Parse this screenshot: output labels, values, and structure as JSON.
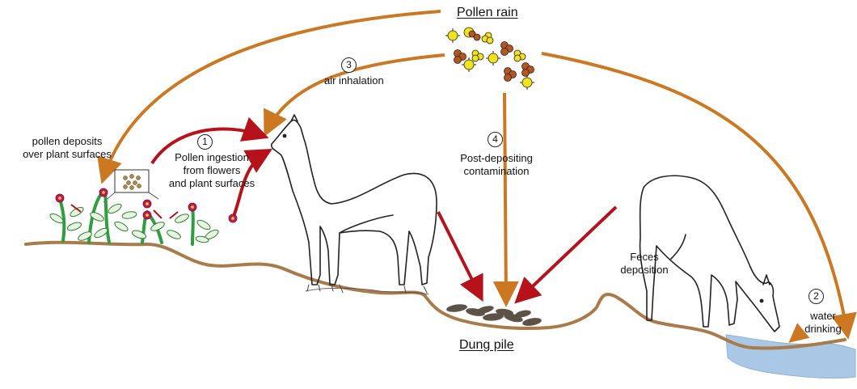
{
  "titles": {
    "pollen_rain": "Pollen rain",
    "dung_pile": "Dung pile"
  },
  "pathways": [
    {
      "number": "1",
      "label": "Pollen ingestion\nfrom flowers\nand plant surfaces"
    },
    {
      "number": "2",
      "label": "water\ndrinking"
    },
    {
      "number": "3",
      "label": "air inhalation"
    },
    {
      "number": "4",
      "label": "Post-depositing\ncontamination"
    }
  ],
  "labels": {
    "pollen_deposits": "pollen deposits\nover plant surfaces",
    "feces_deposition": "Feces\ndeposition"
  },
  "colors": {
    "orange_arrow": "#cc7722",
    "red_arrow": "#b5121b",
    "ground": "#a97a4a",
    "water": "#a9c8e6",
    "leaf": "#2e9e3e",
    "flower": "#c2185b",
    "pollen_yellow": "#f2e21c",
    "pollen_brown": "#b5551f",
    "dung": "#5c5248"
  }
}
